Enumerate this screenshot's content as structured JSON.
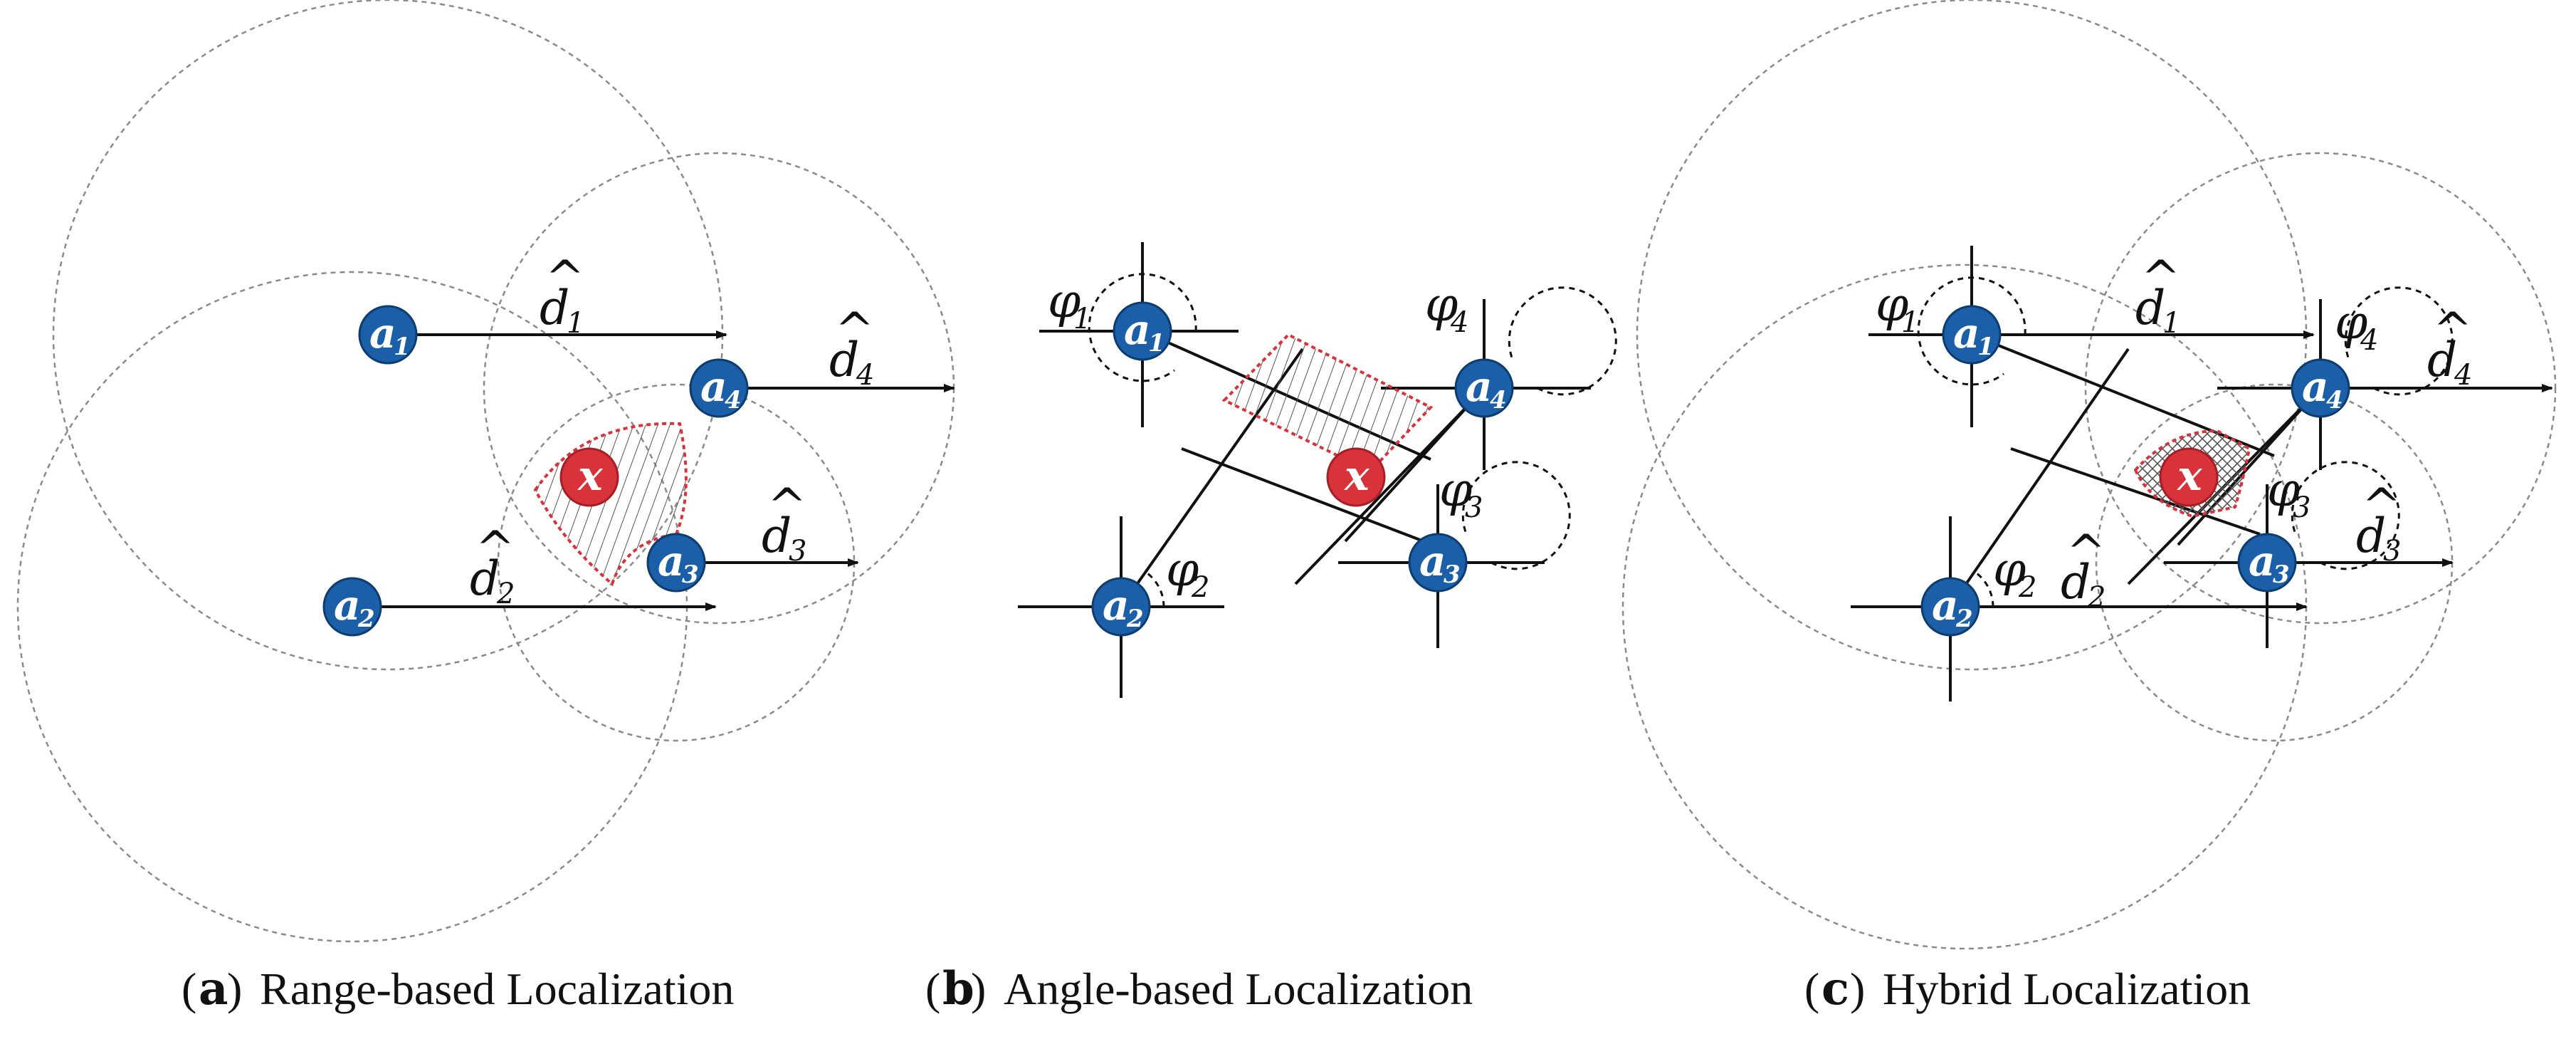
{
  "panels": [
    {
      "id": "a",
      "caption_letter": "a",
      "caption_text": "Range-based Localization",
      "anchors": [
        "a1",
        "a2",
        "a3",
        "a4"
      ],
      "target": "x",
      "distance_labels": [
        "d1",
        "d2",
        "d3",
        "d4"
      ]
    },
    {
      "id": "b",
      "caption_letter": "b",
      "caption_text": "Angle-based Localization",
      "anchors": [
        "a1",
        "a2",
        "a3",
        "a4"
      ],
      "target": "x",
      "angle_labels": [
        "φ1",
        "φ2",
        "φ3",
        "φ4"
      ]
    },
    {
      "id": "c",
      "caption_letter": "c",
      "caption_text": "Hybrid Localization",
      "anchors": [
        "a1",
        "a2",
        "a3",
        "a4"
      ],
      "target": "x",
      "distance_labels": [
        "d1",
        "d2",
        "d3",
        "d4"
      ],
      "angle_labels": [
        "φ1",
        "φ2",
        "φ3",
        "φ4"
      ]
    }
  ],
  "symbols": {
    "anchor_letter": "a",
    "target_letter": "x",
    "distance_letter": "d",
    "angle_letter": "φ",
    "hat": "^",
    "open_paren": "(",
    "close_paren": ")"
  },
  "colors": {
    "anchor": "#1a5fa8",
    "target": "#d8333b",
    "region_border": "#d8333b",
    "circle": "#8a8a8a",
    "line": "#111111"
  }
}
